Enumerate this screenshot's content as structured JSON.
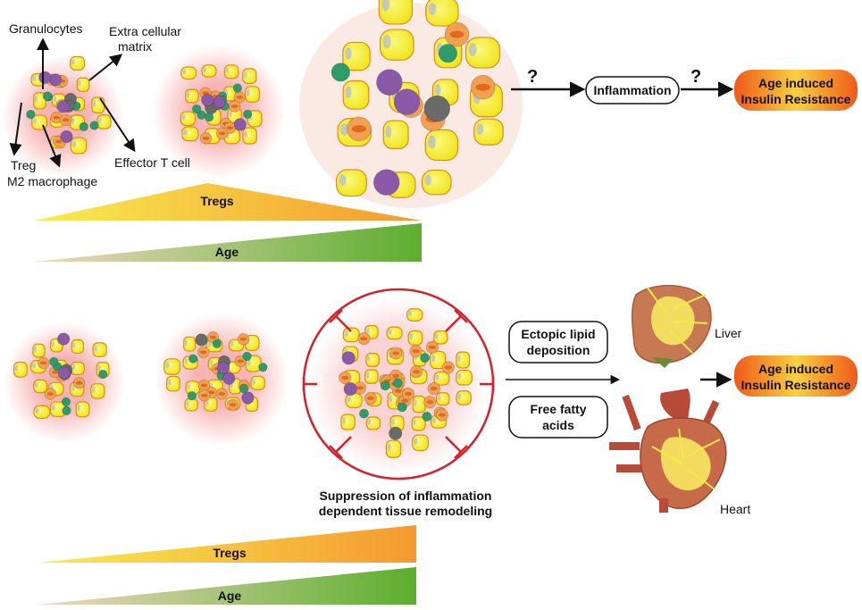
{
  "top": {
    "labels": {
      "granulocytes": "Granulocytes",
      "ecm_line1": "Extra cellular",
      "ecm_line2": "matrix",
      "treg": "Treg",
      "m2": "M2 macrophage",
      "effector": "Effector T cell"
    },
    "question_mark_1": "?",
    "question_mark_2": "?",
    "inflammation": "Inflammation",
    "outcome_line1": "Age induced",
    "outcome_line2": "Insulin Resistance",
    "tregs_bar": "Tregs",
    "age_bar": "Age"
  },
  "bottom": {
    "ectopic_line1": "Ectopic lipid",
    "ectopic_line2": "deposition",
    "ffa_line1": "Free fatty",
    "ffa_line2": "acids",
    "liver": "Liver",
    "heart": "Heart",
    "outcome_line1": "Age induced",
    "outcome_line2": "Insulin Resistance",
    "suppression_line1": "Suppression of inflammation",
    "suppression_line2": "dependent tissue remodeling",
    "tregs_bar": "Tregs",
    "age_bar": "Age"
  },
  "colors": {
    "adipocyte": "#f4ee1a",
    "adipocyte_edge": "#e08a1a",
    "treg_cell": "#f0a050",
    "macrophage": "#6a6a6a",
    "granulocyte": "#8a5aa8",
    "effector_cell": "#2f9a6a",
    "inflammation_halo": "#f4a6a6",
    "outcome_box": "#f07a20",
    "suppression_ring": "#d8202a",
    "age_bar_end": "#5fb030",
    "tregs_bar_end": "#f4a030"
  }
}
